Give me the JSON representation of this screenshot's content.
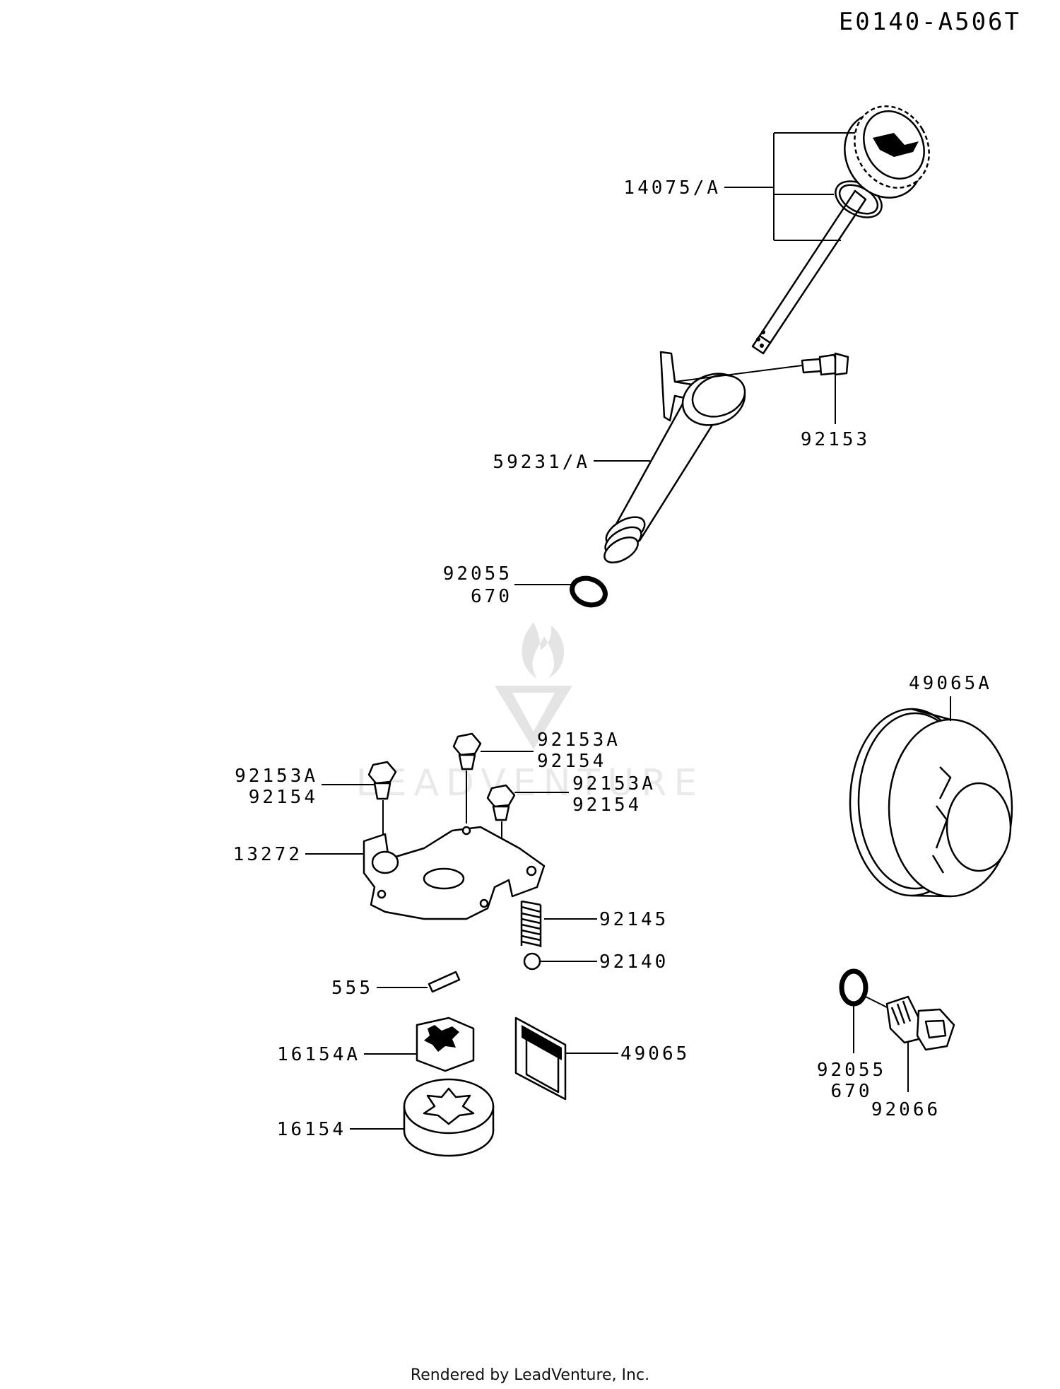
{
  "diagram_code": "E0140-A506T",
  "footer": "Rendered by LeadVenture, Inc.",
  "watermark": "LEADVENTURE",
  "callouts": {
    "dipstick": "14075/A",
    "filler_tube": "59231/A",
    "tube_bolt": "92153",
    "tube_oring_a": "92055",
    "tube_oring_b": "670",
    "oil_filter": "49065A",
    "bolt_left_a": "92153A",
    "bolt_left_b": "92154",
    "bolt_mid_a": "92153A",
    "bolt_mid_b": "92154",
    "bolt_right_a": "92153A",
    "bolt_right_b": "92154",
    "plate": "13272",
    "spring": "92145",
    "ball": "92140",
    "pin": "555",
    "inner_rotor": "16154A",
    "outer_rotor": "16154",
    "screen": "49065",
    "drain_oring_a": "92055",
    "drain_oring_b": "670",
    "drain_plug": "92066"
  }
}
